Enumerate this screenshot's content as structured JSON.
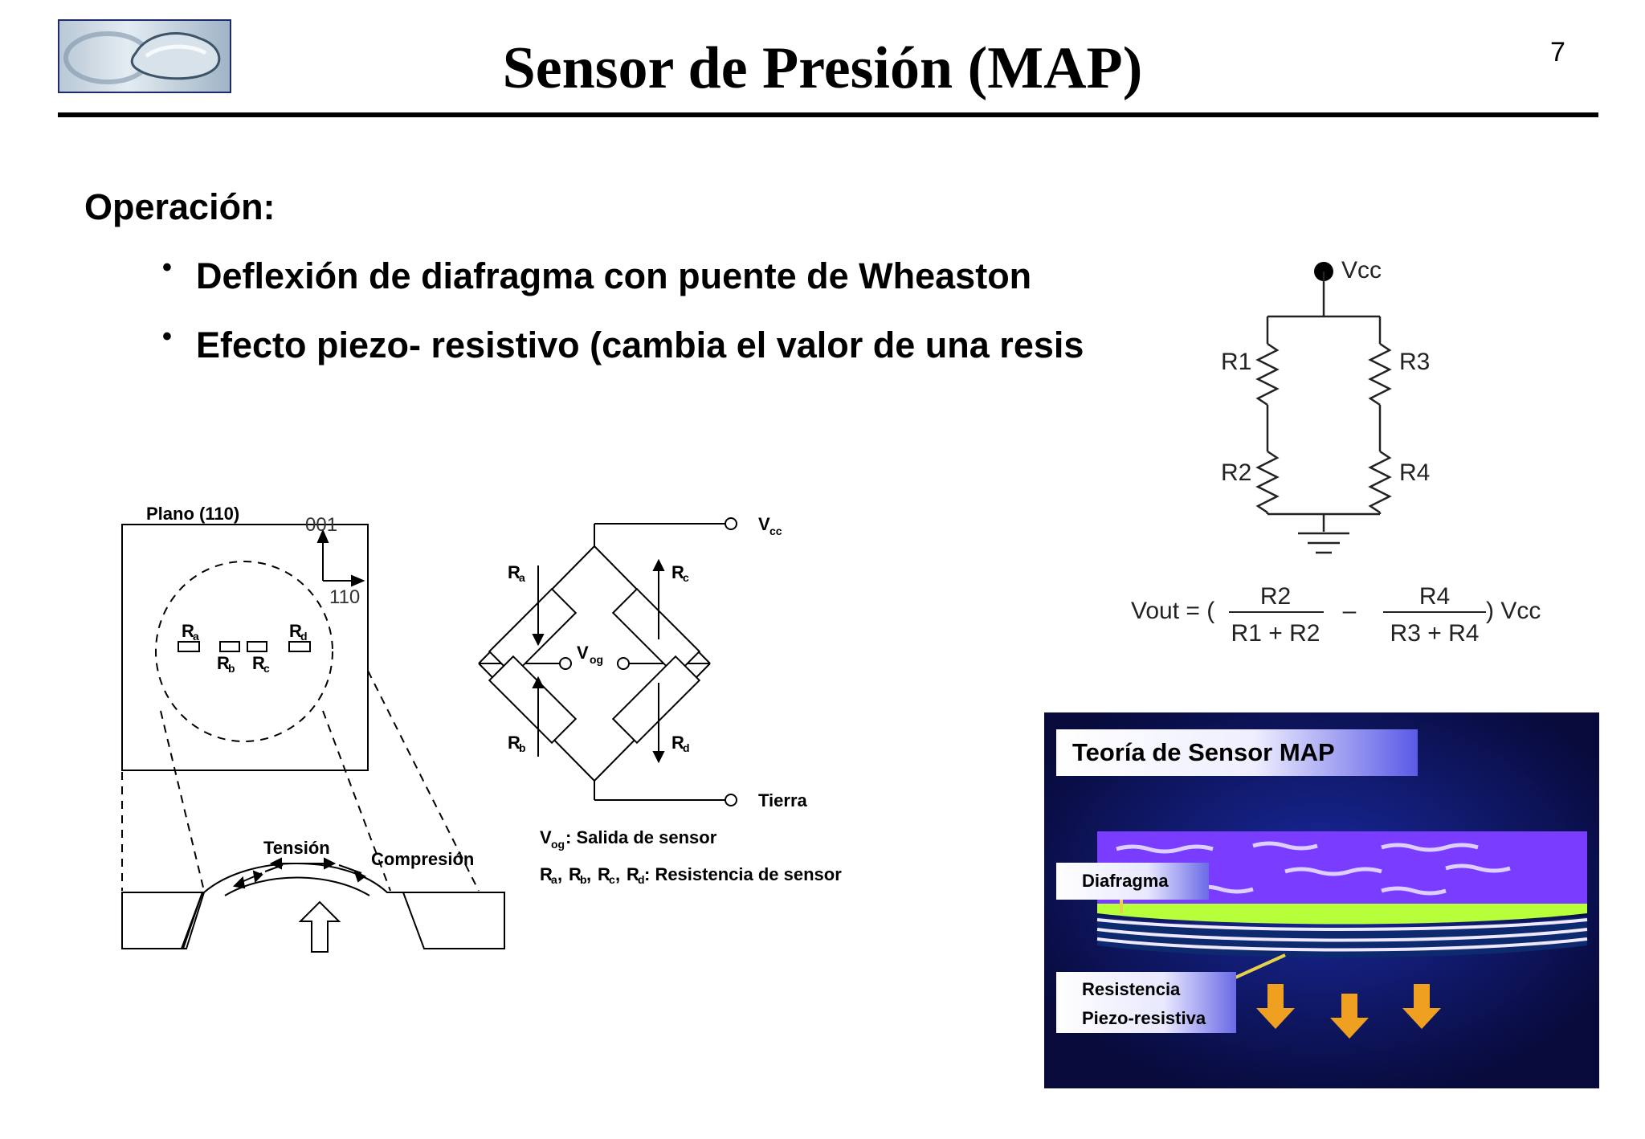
{
  "header": {
    "title": "Sensor de Presión (MAP)",
    "page_number": "7"
  },
  "content": {
    "heading": "Operación:",
    "bullets": [
      "Deflexión de diafragma con puente de Wheaston",
      "Efecto piezo- resistivo (cambia el valor de una resis"
    ]
  },
  "wheatstone_circuit": {
    "vcc": "Vcc",
    "r1": "R1",
    "r2": "R2",
    "r3": "R3",
    "r4": "R4",
    "formula_prefix": "Vout = (",
    "num1": "R2",
    "den1": "R1 + R2",
    "minus": "–",
    "num2": "R4",
    "den2": "R3 + R4",
    "formula_suffix": ") Vcc"
  },
  "diaphragm_figure": {
    "plane_label": "Plano (110)",
    "dir_001": "001",
    "dir_110": "110",
    "ra": "R",
    "ra_sub": "a",
    "rb": "R",
    "rb_sub": "b",
    "rc": "R",
    "rc_sub": "c",
    "rd": "R",
    "rd_sub": "d",
    "tension": "Tensión",
    "compression": "Compresión"
  },
  "bridge_figure": {
    "vcc": "V",
    "vcc_sub": "cc",
    "ra": "R",
    "ra_sub": "a",
    "rc": "R",
    "rc_sub": "c",
    "rb": "R",
    "rb_sub": "b",
    "rd": "R",
    "rd_sub": "d",
    "vog": "V",
    "vog_sub": "og",
    "ground": "Tierra",
    "legend1_sub": "og",
    "legend1_text": ": Salida de sensor",
    "legend2_text": ": Resistencia de sensor"
  },
  "photo": {
    "title": "Teoría de Sensor MAP",
    "label_diaphragm": "Diafragma",
    "label_resistance_1": "Resistencia",
    "label_resistance_2": "Piezo-resistiva"
  },
  "colors": {
    "photo_background": "#070a3a",
    "photo_layer_purple": "#7a3cff",
    "photo_layer_green": "#b6ff3a",
    "arrow_orange": "#f0a020"
  }
}
